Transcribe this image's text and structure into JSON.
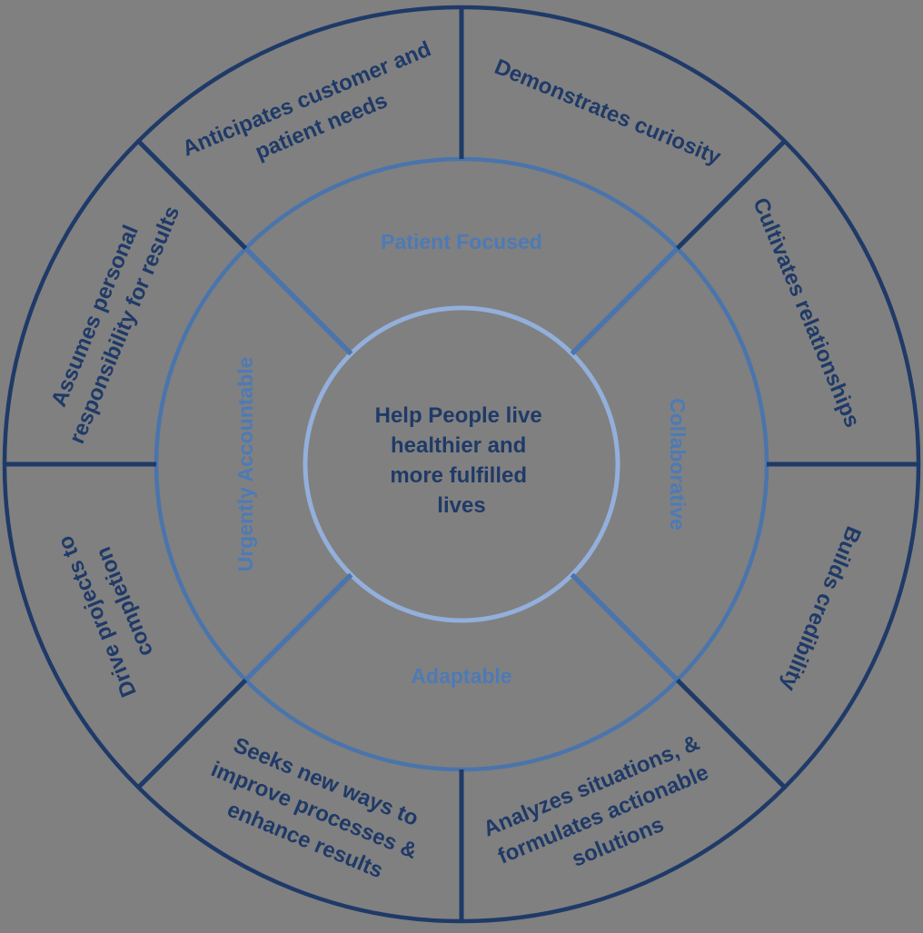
{
  "colors": {
    "bg": "#808080",
    "navy": "#1f3a68",
    "mid": "#4a74ac",
    "midtext": "#4d7ab6",
    "light": "#93afdb"
  },
  "center": {
    "lines": [
      "Help People live",
      "healthier and",
      "more fulfilled",
      "lives"
    ]
  },
  "values_ring": {
    "top": "Patient Focused",
    "right": "Collaborative",
    "bottom": "Adaptable",
    "left": "Urgently Accountable"
  },
  "behaviors": [
    {
      "name": "anticipates-customer-patient-needs",
      "lines": [
        "Anticipates customer and",
        "patient needs"
      ]
    },
    {
      "name": "demonstrates-curiosity",
      "lines": [
        "Demonstrates curiosity"
      ]
    },
    {
      "name": "cultivates-relationships",
      "lines": [
        "Cultivates relationships"
      ]
    },
    {
      "name": "builds-credibility",
      "lines": [
        "Builds credibility"
      ]
    },
    {
      "name": "analyzes-situations",
      "lines": [
        "Analyzes situations, &",
        "formulates actionable",
        "solutions"
      ]
    },
    {
      "name": "seeks-new-ways",
      "lines": [
        "Seeks new ways to",
        "improve processes &",
        "enhance results"
      ]
    },
    {
      "name": "drive-projects",
      "lines": [
        "Drive projects to",
        "completion"
      ]
    },
    {
      "name": "assumes-responsibility",
      "lines": [
        "Assumes personal",
        "responsibility for results"
      ]
    }
  ]
}
